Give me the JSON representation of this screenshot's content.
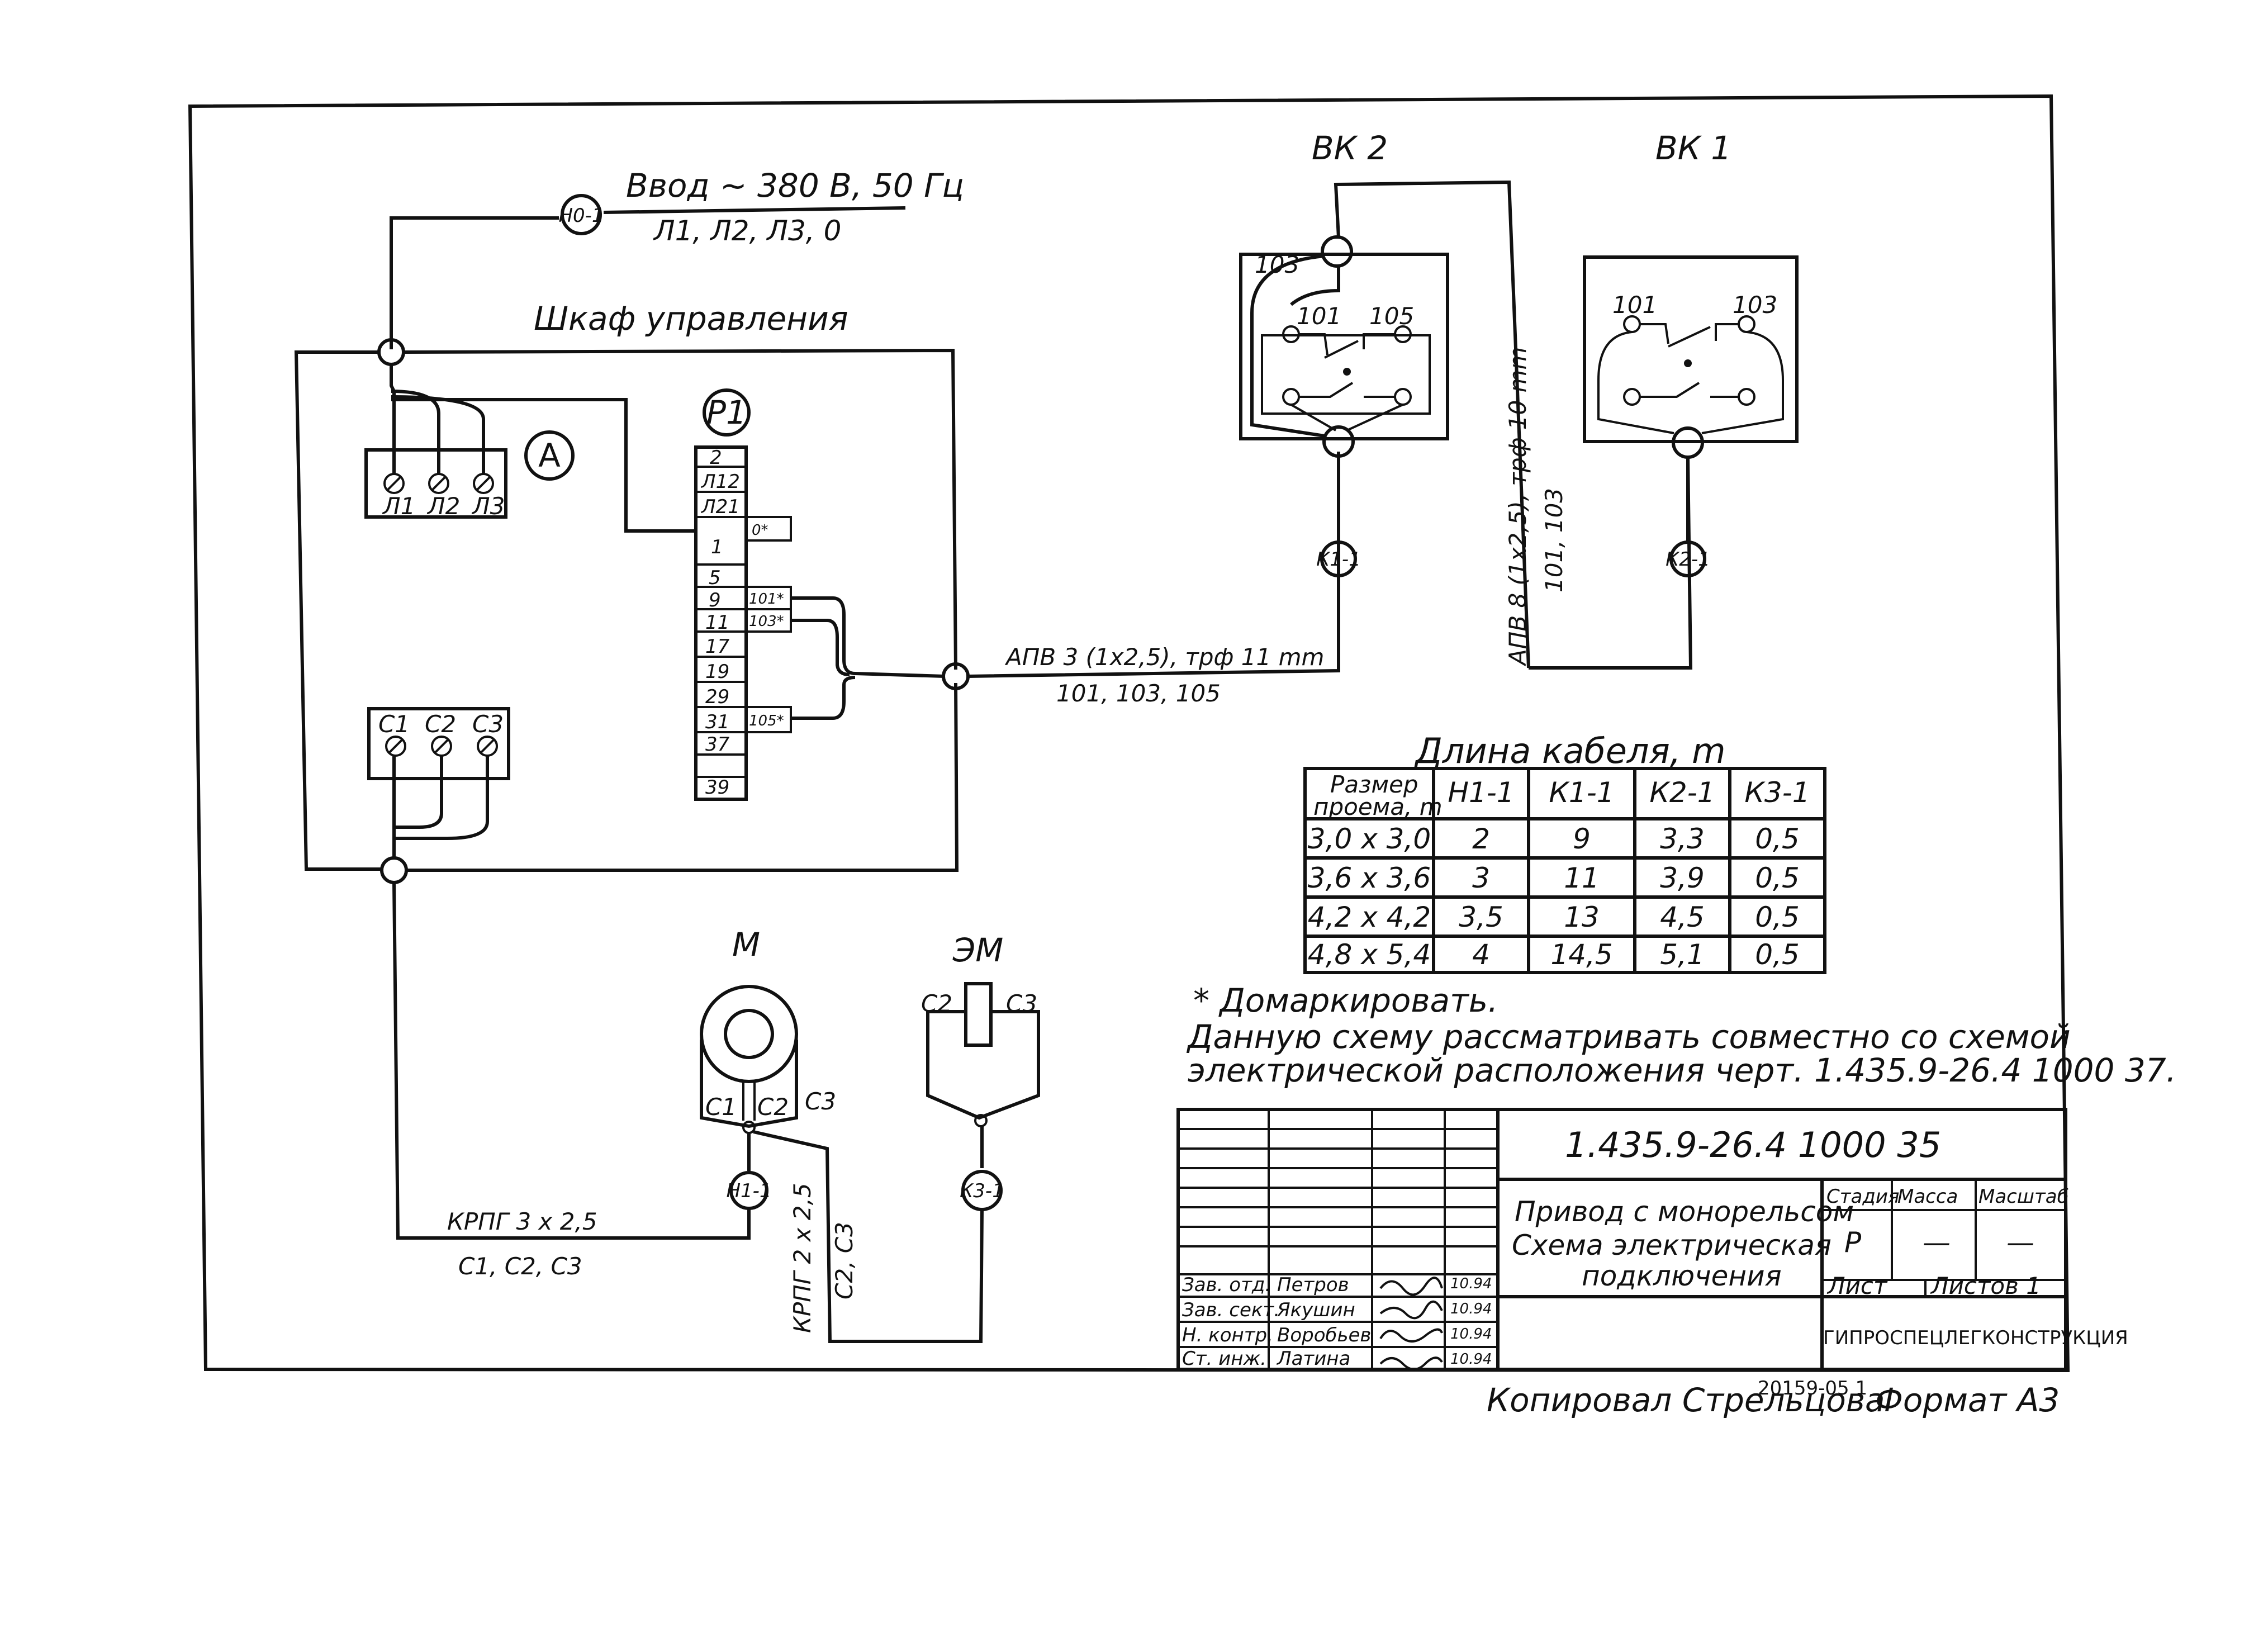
{
  "input": {
    "node": "Н0-1",
    "line1": "Ввод ~ 380 В, 50 Гц",
    "line2": "Л1, Л2, Л3, 0"
  },
  "cabinet": {
    "title": "Шкаф управления",
    "switch_a": "А",
    "terms_top": [
      "Л1",
      "Л2",
      "Л3"
    ],
    "terms_bottom": [
      "С1",
      "С2",
      "С3"
    ],
    "relay": "Р1",
    "terminals": [
      "2",
      "Л12",
      "Л21",
      "1",
      "5",
      "9",
      "11",
      "17",
      "19",
      "29",
      "31",
      "37",
      "39"
    ],
    "terminal_marks": {
      "l21": "0*",
      "t5": "101*",
      "t9": "103*",
      "t29": "105*"
    }
  },
  "cable_bk": {
    "line1": "АПВ 3 (1х2,5), трф 11 mm",
    "line2": "101, 103, 105"
  },
  "cable_between": {
    "line1": "АПВ 8 (1х2,5), трф 10 mm",
    "line2": "101, 103"
  },
  "bk2": {
    "title": "ВК 2",
    "pins": [
      "103",
      "101",
      "105"
    ],
    "node": "К1-1"
  },
  "bk1": {
    "title": "ВК 1",
    "pins": [
      "101",
      "103"
    ],
    "node": "К2-1"
  },
  "motor": {
    "title": "М",
    "pins": [
      "С1",
      "С2",
      "С3"
    ],
    "node": "Н1-1"
  },
  "em": {
    "title": "ЭМ",
    "pins": [
      "С2",
      "С3"
    ],
    "node": "К3-1"
  },
  "cable_motor": {
    "line1": "КРПГ 3 х 2,5",
    "line2": "С1, С2, С3"
  },
  "cable_em": {
    "line1": "КРПГ 2 х 2,5",
    "line2": "С2, С3"
  },
  "cable_table": {
    "title": "Длина кабеля, m",
    "header_size_1": "Размер",
    "header_size_2": "проема, m",
    "columns": [
      "Н1-1",
      "К1-1",
      "К2-1",
      "К3-1"
    ],
    "rows": [
      [
        "3,0 х 3,0",
        "2",
        "9",
        "3,3",
        "0,5"
      ],
      [
        "3,6 х 3,6",
        "3",
        "11",
        "3,9",
        "0,5"
      ],
      [
        "4,2 х 4,2",
        "3,5",
        "13",
        "4,5",
        "0,5"
      ],
      [
        "4,8 х 5,4",
        "4",
        "14,5",
        "5,1",
        "0,5"
      ]
    ]
  },
  "notes": {
    "line1": "* Домаркировать.",
    "line2": "Данную схему рассматривать совместно со схемой",
    "line3": "электрической расположения черт. 1.435.9-26.4 1000 37."
  },
  "title_block": {
    "doc_number": "1.435.9-26.4 1000 35",
    "name_1": "Привод с монорельсом",
    "name_2": "Схема электрическая",
    "name_3": "подключения",
    "col_stage": "Стадия",
    "col_mass": "Масса",
    "col_scale": "Масштаб",
    "stage_value": "Р",
    "mass_value": "—",
    "scale_value": "—",
    "sheet": "Лист",
    "sheets": "Листов 1",
    "org": "ГИПРОСПЕЦЛЕГКОНСТРУКЦИЯ",
    "roles": [
      "Зав. отд.",
      "Зав. сект.",
      "Н. контр.",
      "Ст. инж."
    ],
    "names": [
      "Петров",
      "Якушин",
      "Воробьев",
      "Латина"
    ],
    "dates": [
      "10.94",
      "10.94",
      "10.94",
      "10.94"
    ]
  },
  "footer": {
    "copied": "Копировал Стрельцова",
    "code": "20159-05 1",
    "format": "Формат А3"
  }
}
